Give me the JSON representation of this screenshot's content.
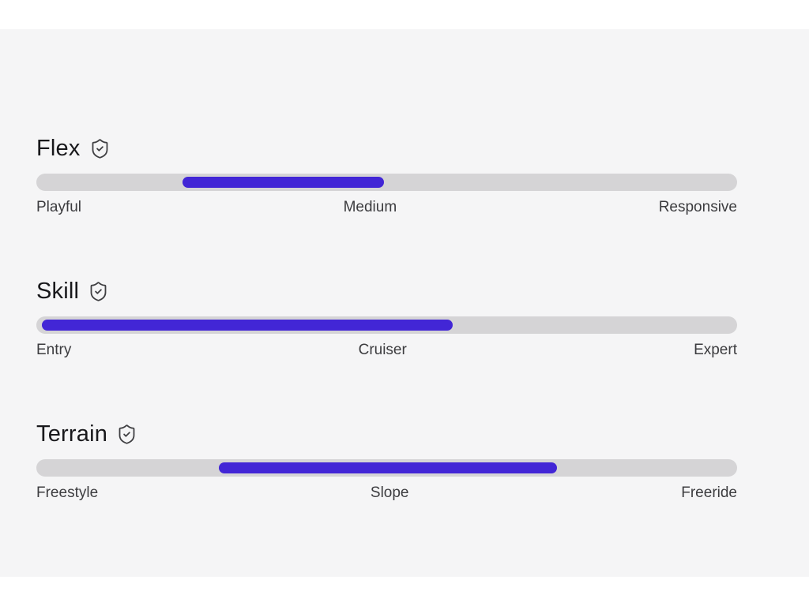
{
  "theme": {
    "page_background": "#f5f5f6",
    "frame_color": "#ffffff",
    "track_color": "#d5d4d6",
    "accent_color": "#4226d6",
    "title_color": "#18181b",
    "label_color": "#3c3c3f",
    "icon_color": "#3f3f42"
  },
  "sliders": [
    {
      "id": "flex",
      "title": "Flex",
      "icon": "shield-check-icon",
      "range_pct": {
        "start": 20.9,
        "end": 49.6
      },
      "labels": [
        "Playful",
        "Medium",
        "Responsive"
      ]
    },
    {
      "id": "skill",
      "title": "Skill",
      "icon": "shield-check-icon",
      "range_pct": {
        "start": 0.8,
        "end": 59.4
      },
      "labels": [
        "Entry",
        "Cruiser",
        "Expert"
      ]
    },
    {
      "id": "terrain",
      "title": "Terrain",
      "icon": "shield-check-icon",
      "range_pct": {
        "start": 26.0,
        "end": 74.3
      },
      "labels": [
        "Freestyle",
        "Slope",
        "Freeride"
      ]
    }
  ]
}
